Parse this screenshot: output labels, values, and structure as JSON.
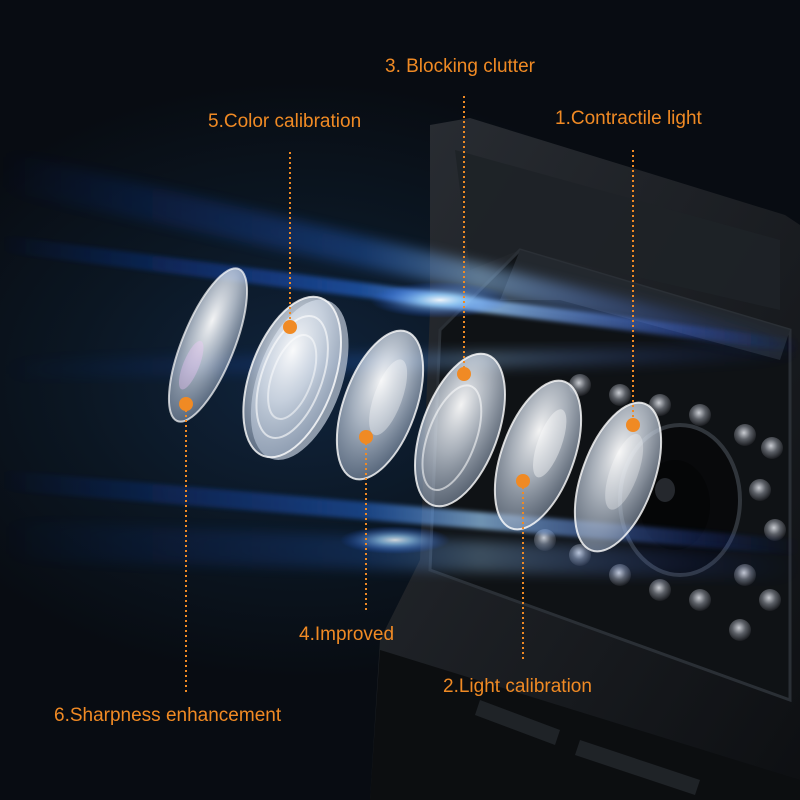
{
  "colors": {
    "background": "#0b111a",
    "accent": "#f08a24",
    "beam": "#2d7bff",
    "camera_body": "#15181c"
  },
  "callouts": [
    {
      "id": "1",
      "label": "1.Contractile light"
    },
    {
      "id": "2",
      "label": "2.Light calibration"
    },
    {
      "id": "3",
      "label": "3. Blocking clutter"
    },
    {
      "id": "4",
      "label": "4.Improved"
    },
    {
      "id": "5",
      "label": "5.Color calibration"
    },
    {
      "id": "6",
      "label": "6.Sharpness enhancement"
    }
  ]
}
